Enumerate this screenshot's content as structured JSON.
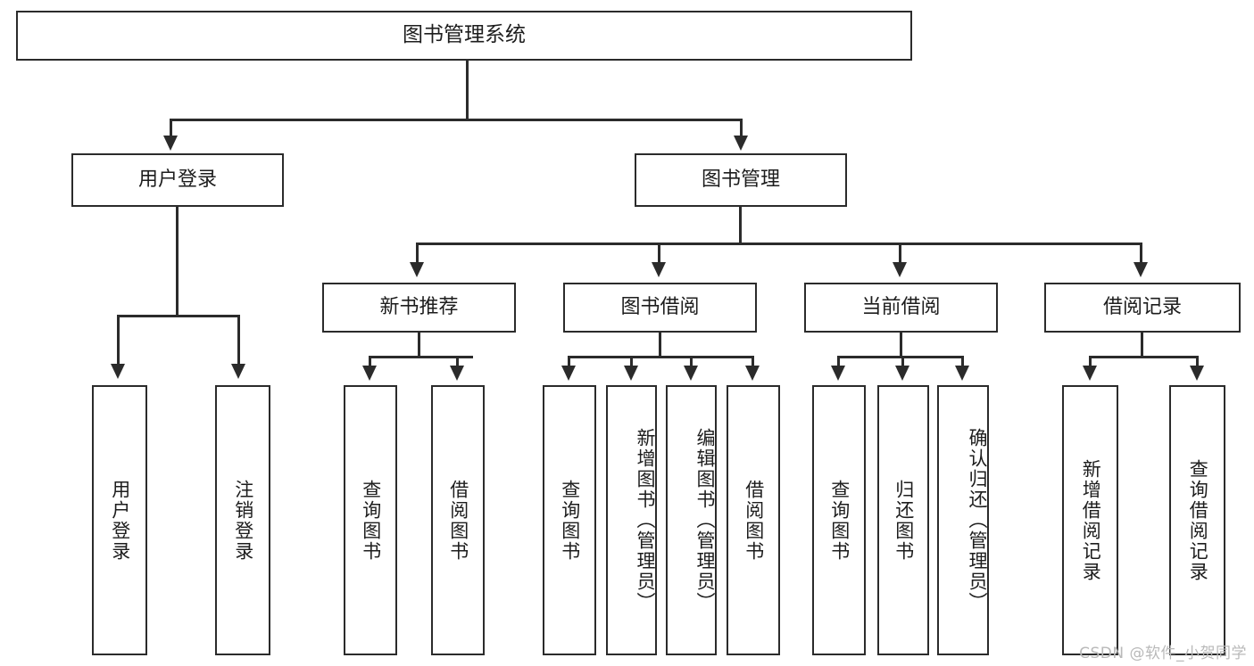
{
  "diagram": {
    "title": "图书管理系统",
    "type": "tree",
    "watermark": "CSDN @软件_小贺同学",
    "colors": {
      "box_border": "#2b2b2b",
      "box_fill": "#ffffff",
      "connector": "#2b2b2b",
      "text": "#1d1d1d",
      "watermark": "#b9b9b9"
    }
  },
  "nodes": {
    "root": {
      "label": "图书管理系统"
    },
    "level1": [
      {
        "label": "用户登录"
      },
      {
        "label": "图书管理"
      }
    ],
    "level2": [
      {
        "label": "新书推荐"
      },
      {
        "label": "图书借阅"
      },
      {
        "label": "当前借阅"
      },
      {
        "label": "借阅记录"
      }
    ],
    "leaves": {
      "user_login": [
        {
          "label": "用户登录"
        },
        {
          "label": "注销登录"
        }
      ],
      "new_book_recommend": [
        {
          "label": "查询图书"
        },
        {
          "label": "借阅图书"
        }
      ],
      "book_borrow": [
        {
          "label": "查询图书"
        },
        {
          "label": "新增图书（管理员）"
        },
        {
          "label": "编辑图书（管理员）"
        },
        {
          "label": "借阅图书"
        }
      ],
      "current_borrow": [
        {
          "label": "查询图书"
        },
        {
          "label": "归还图书"
        },
        {
          "label": "确认归还（管理员）"
        }
      ],
      "borrow_record": [
        {
          "label": "新增借阅记录"
        },
        {
          "label": "查询借阅记录"
        }
      ]
    }
  }
}
